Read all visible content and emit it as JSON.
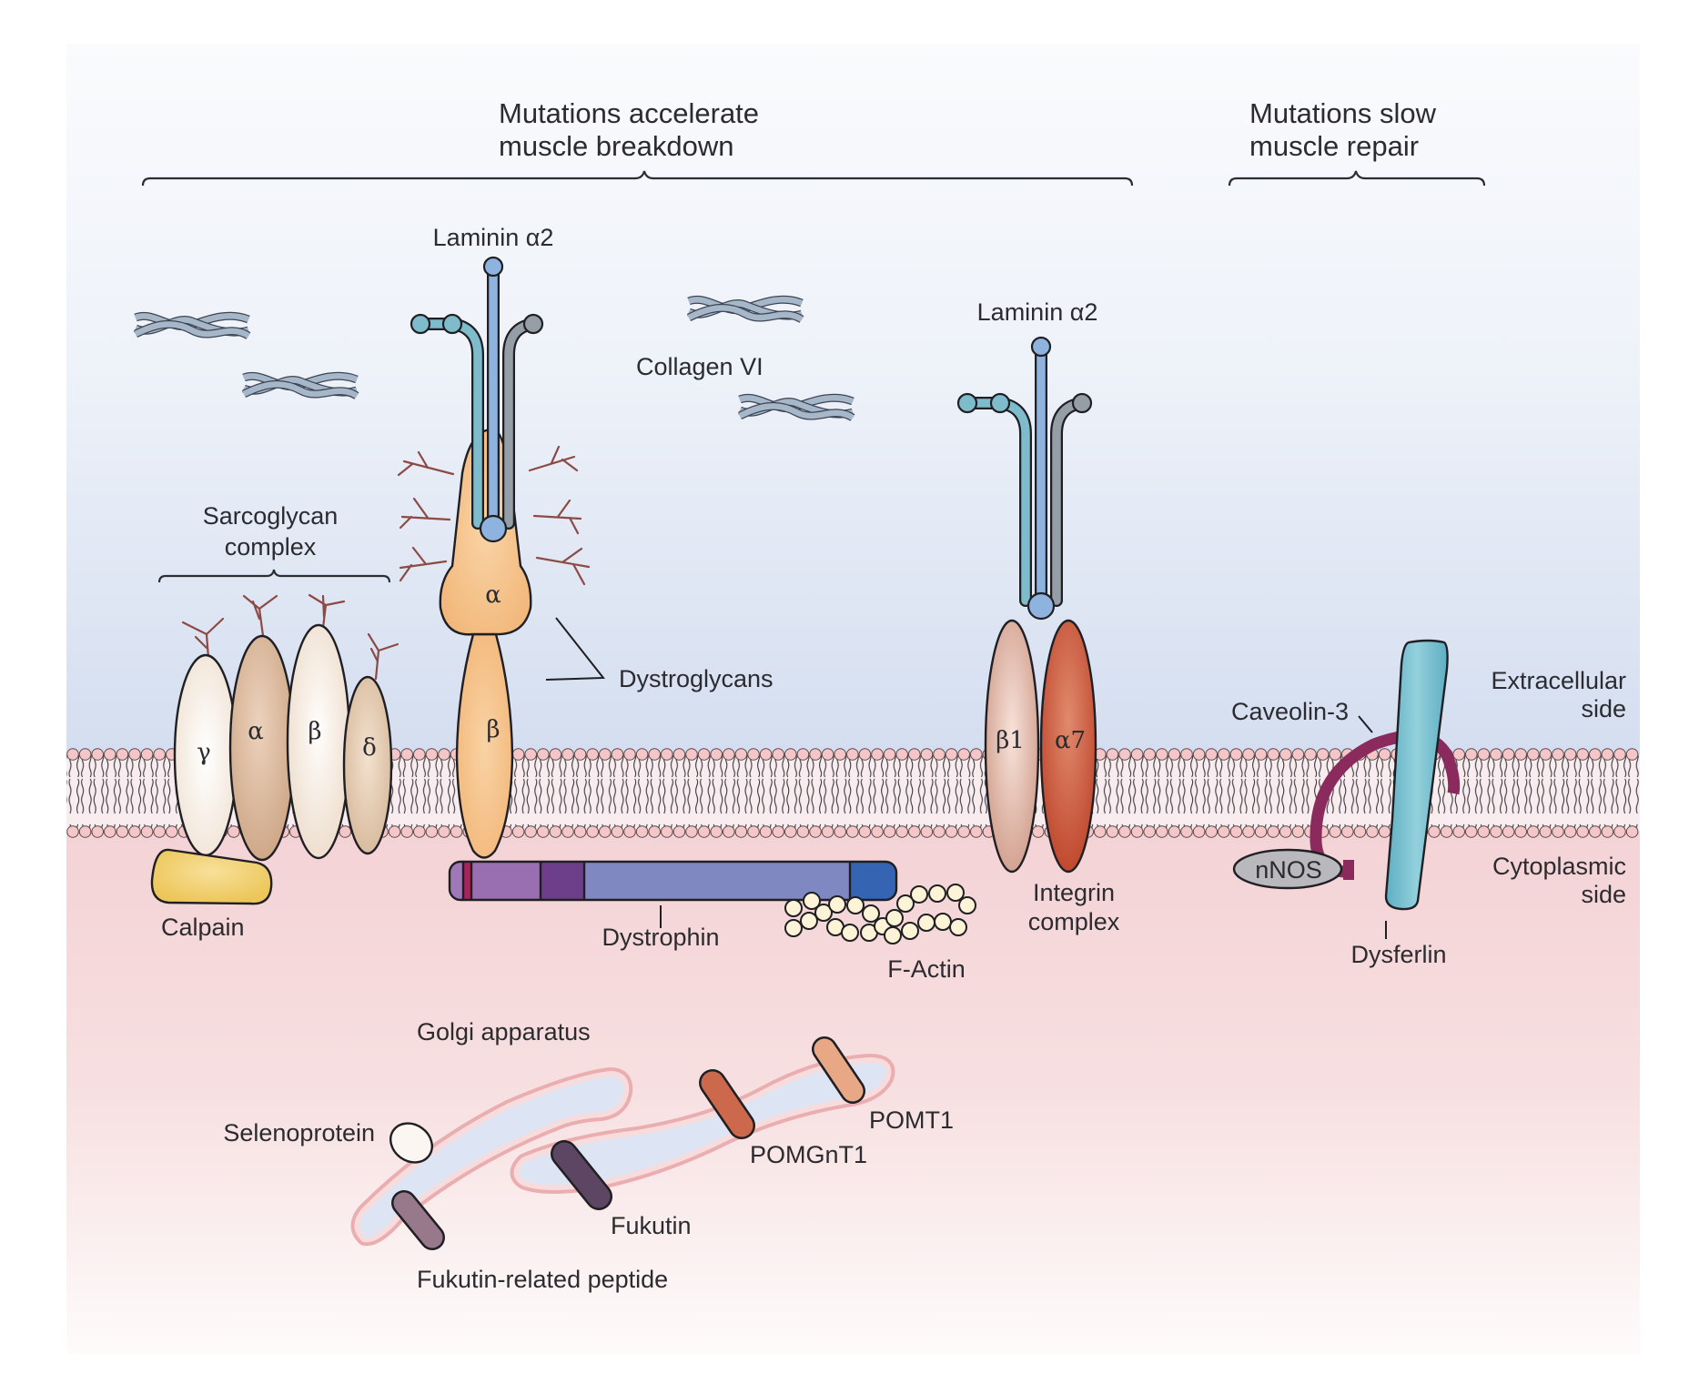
{
  "figure": {
    "type": "schematic of muscle cell membrane proteins",
    "regions": {
      "extracellular": [
        "Extracellular",
        "side"
      ],
      "cytoplasmic": [
        "Cytoplasmic",
        "side"
      ]
    },
    "headers": {
      "breakdown": [
        "Mutations accelerate",
        "muscle breakdown"
      ],
      "repair": [
        "Mutations slow",
        "muscle repair"
      ]
    },
    "labels": {
      "laminin_left": "Laminin α2",
      "laminin_right": "Laminin α2",
      "collagen": "Collagen VI",
      "sarcoglycan": [
        "Sarcoglycan",
        "complex"
      ],
      "dystroglycans": "Dystroglycans",
      "calpain": "Calpain",
      "dystrophin": "Dystrophin",
      "f_actin": "F-Actin",
      "integrin": [
        "Integrin",
        "complex"
      ],
      "caveolin": "Caveolin-3",
      "nnos": "nNOS",
      "dysferlin": "Dysferlin",
      "golgi": "Golgi apparatus",
      "selenoprotein": "Selenoprotein",
      "frp": "Fukutin-related peptide",
      "fukutin": "Fukutin",
      "pomgnt1": "POMGnT1",
      "pomt1": "POMT1"
    },
    "subunits": {
      "sarcoglycan": [
        "γ",
        "α",
        "β",
        "δ"
      ],
      "dystroglycan_alpha": "α",
      "dystroglycan_beta": "β",
      "integrin_beta": "β1",
      "integrin_alpha": "α7"
    },
    "colors": {
      "extracellular_top": "#f9fafd",
      "extracellular_bottom": "#d4def0",
      "cytoplasm_top": "#f3cfd2",
      "cytoplasm_bottom": "#fefafa",
      "lipid_head": "#f4c6c8",
      "dystroglycan": "#f5bf84",
      "laminin_center": "#8db3de",
      "laminin_left_arm": "#7ebccb",
      "laminin_right_arm": "#959ea6",
      "collagen": "#a6b7ca",
      "calpain": "#f1cf6a",
      "integrin_beta1": "#dcae9f",
      "integrin_alpha7": "#c95a3f",
      "dysferlin": "#7ec2d2",
      "caveolin": "#8b2a5c",
      "nnos": "#b9b9bd",
      "dystrophin_main": "#8088c2",
      "dystrophin_end": "#3464b2",
      "golgi_lumen": "#dde4f3",
      "golgi_membrane": "#eaaeb0",
      "selenoprotein": "#fbf6f1",
      "frp": "#98798c",
      "fukutin": "#5d4663",
      "pomgnt1": "#cc684b",
      "pomt1": "#e8a886",
      "f_actin_bead": "#fdf3d6"
    }
  }
}
